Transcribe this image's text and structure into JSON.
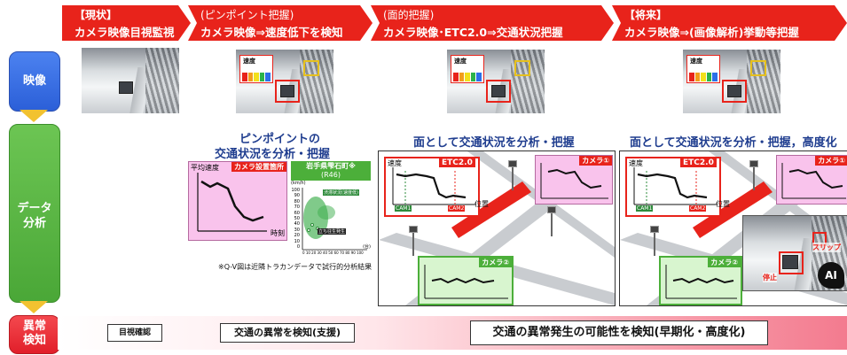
{
  "header": {
    "stages": [
      {
        "line1": "【現状】",
        "line2": "カメラ映像目視監視"
      },
      {
        "line1": "(ピンポイント把握)",
        "line2": "カメラ映像⇒速度低下を検知"
      },
      {
        "line1": "(面的把握)",
        "line2": "カメラ映像･ETC2.0⇒交通状況把握"
      },
      {
        "line1": "【将来】",
        "line2": "カメラ映像⇒(画像解析)挙動等把握"
      }
    ]
  },
  "rows": {
    "video": "映像",
    "data": "データ\n分析",
    "anomaly": "異常\n検知"
  },
  "camera": {
    "speed_label": "速度"
  },
  "pinpoint": {
    "title_line1": "ピンポイントの",
    "title_line2": "交通状況を分析・把握",
    "graph_y": "平均速度",
    "graph_tag": "カメラ設置箇所",
    "graph_x": "時刻",
    "qv_title": "岩手県雫石町※",
    "qv_sub": "(R46)",
    "qv_unit": "(km/h)",
    "qv_yticks": [
      "100",
      "90",
      "80",
      "70",
      "60",
      "50",
      "40",
      "30",
      "20",
      "10",
      "0"
    ],
    "qv_xticks": "0 10 20 30 40 50 60 70 80 90 100",
    "qv_xunit": "(台)",
    "qv_free": "渋滞状況(速度低)",
    "qv_stop": "立ち往生発生",
    "footnote": "※Q-V図は近隣トラカンデータで試行的分析結果"
  },
  "area": {
    "title": "面として交通状況を分析・把握",
    "speed": "速度",
    "etc": "ETC2.0",
    "cam1": "CAM1",
    "cam2": "CAM2",
    "pos": "位置",
    "camera1": "カメラ①",
    "camera2": "カメラ②"
  },
  "future": {
    "title": "面として交通状況を分析・把握，高度化",
    "slip": "スリップ",
    "stop": "停止",
    "ai": "AI"
  },
  "bottom": {
    "visual": "目視確認",
    "detect": "交通の異常を検知(支援)",
    "possibility": "交通の異常発生の可能性を検知(早期化・高度化)"
  },
  "colors": {
    "red": "#e8231b",
    "blue_box": "#3b6ee6",
    "green_box": "#5cb845",
    "pink": "#f9c3ec",
    "title_blue": "#1f3d8f"
  }
}
